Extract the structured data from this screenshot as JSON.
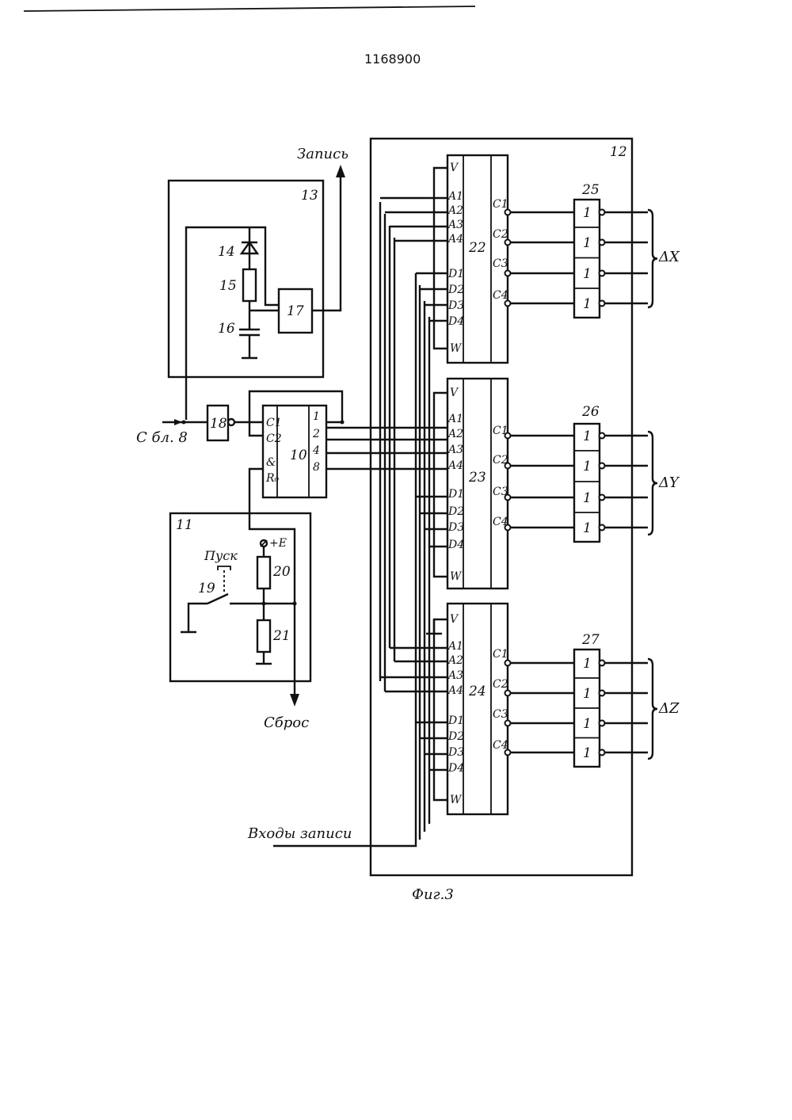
{
  "document": {
    "patent_number": "1168900",
    "figure_caption": "Фиг.3"
  },
  "signals": {
    "write_out": "Запись",
    "clock_in": "С бл. 8",
    "reset_out": "Сброс",
    "write_inputs": "Входы записи",
    "start": "Пуск",
    "power": "+E"
  },
  "units": {
    "u12": "12",
    "u13": "13",
    "u11": "11",
    "u14": "14",
    "u15": "15",
    "u16": "16",
    "u17": "17",
    "u18": "18",
    "u10": "10",
    "u19": "19",
    "u20": "20",
    "u21": "21",
    "u22": "22",
    "u23": "23",
    "u24": "24",
    "u25": "25",
    "u26": "26",
    "u27": "27"
  },
  "counter_pins": {
    "c1": "C1",
    "c2": "C2",
    "amp": "&",
    "r0": "R₀",
    "q1": "1",
    "q2": "2",
    "q4": "4",
    "q8": "8"
  },
  "memory_pins": {
    "v": "V",
    "a": [
      "A1",
      "A2",
      "A3",
      "A4"
    ],
    "d": [
      "D1",
      "D2",
      "D3",
      "D4"
    ],
    "w": "W",
    "c": [
      "C1",
      "C2",
      "C3",
      "C4"
    ]
  },
  "inverter_label": "1",
  "outputs": {
    "dx": "ΔX",
    "dy": "ΔY",
    "dz": "ΔZ"
  }
}
